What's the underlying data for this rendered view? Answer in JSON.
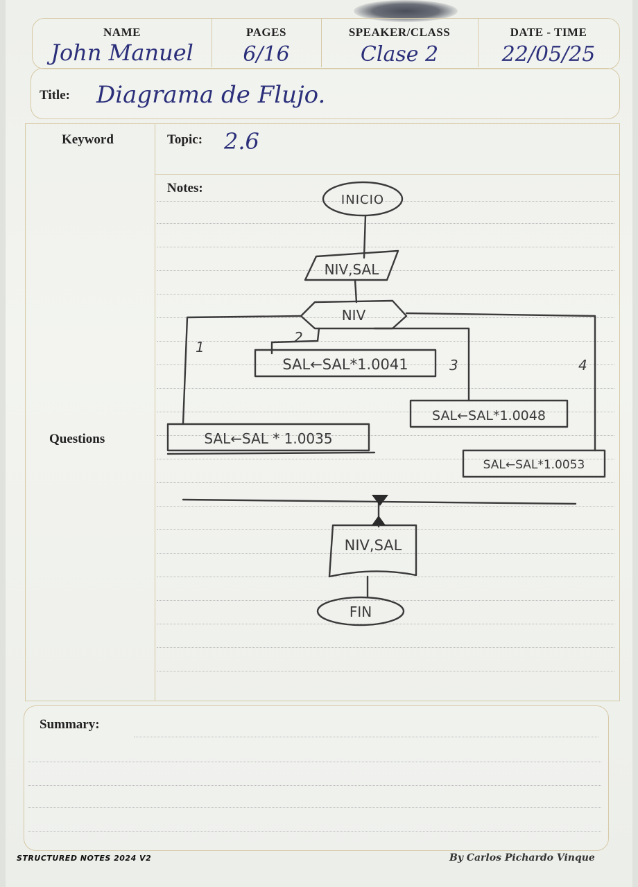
{
  "header": {
    "name_label": "NAME",
    "name_value": "John Manuel",
    "pages_label": "PAGES",
    "pages_value": "6/16",
    "speaker_label": "SPEAKER/CLASS",
    "speaker_value": "Clase 2",
    "date_label": "DATE - TIME",
    "date_value": "22/05/25"
  },
  "title": {
    "label": "Title:",
    "value": "Diagrama de Flujo."
  },
  "cornell": {
    "keyword_label": "Keyword",
    "questions_label": "Questions",
    "topic_label": "Topic:",
    "topic_value": "2.6",
    "notes_label": "Notes:"
  },
  "flowchart": {
    "start": "INICIO",
    "input": "NIV,SAL",
    "decision": "NIV",
    "branch_1": "1",
    "branch_2": "2",
    "branch_3": "3",
    "branch_4": "4",
    "proc_2": "SAL←SAL*1.0041",
    "proc_3": "SAL←SAL*1.0048",
    "proc_1": "SAL←SAL * 1.0035",
    "proc_4": "SAL←SAL*1.0053",
    "output": "NIV,SAL",
    "end": "FIN"
  },
  "summary": {
    "label": "Summary:"
  },
  "footer": {
    "left": "STRUCTURED NOTES 2024 V2",
    "right": "By Carlos Pichardo Vinque"
  },
  "colors": {
    "ink_blue": "#2b2f7a",
    "pencil": "#3a3a3a",
    "border": "#d7c9a6"
  }
}
